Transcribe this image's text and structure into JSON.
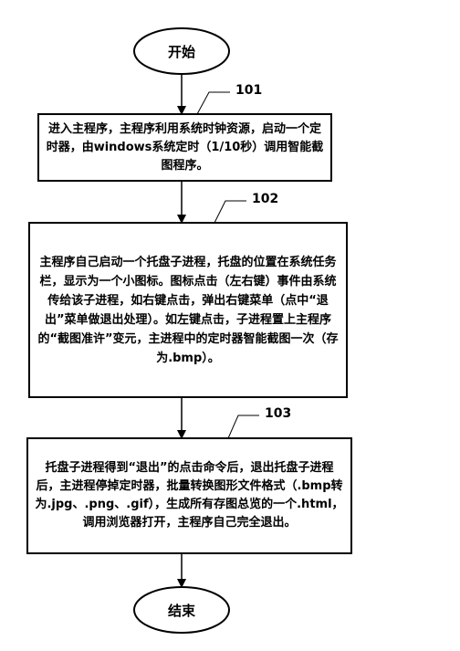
{
  "start": {
    "label": "开始"
  },
  "end": {
    "label": "结束"
  },
  "steps": [
    {
      "ref": "101",
      "text": "进入主程序，主程序利用系统时钟资源，启动一个定时器，由windows系统定时（1/10秒）调用智能截图程序。"
    },
    {
      "ref": "102",
      "text": "主程序自己启动一个托盘子进程，托盘的位置在系统任务栏，显示为一个小图标。图标点击（左右键）事件由系统传给该子进程，如右键点击，弹出右键菜单（点中“退出”菜单做退出处理）。如左键点击，子进程置上主程序的“截图准许”变元，主进程中的定时器智能截图一次（存为.bmp）。"
    },
    {
      "ref": "103",
      "text": "托盘子进程得到“退出”的点击命令后，退出托盘子进程后，主进程停掉定时器，批量转换图形文件格式（.bmp转为.jpg、.png、.gif），生成所有存图总览的一个.html，调用浏览器打开，主程序自己完全退出。"
    }
  ]
}
